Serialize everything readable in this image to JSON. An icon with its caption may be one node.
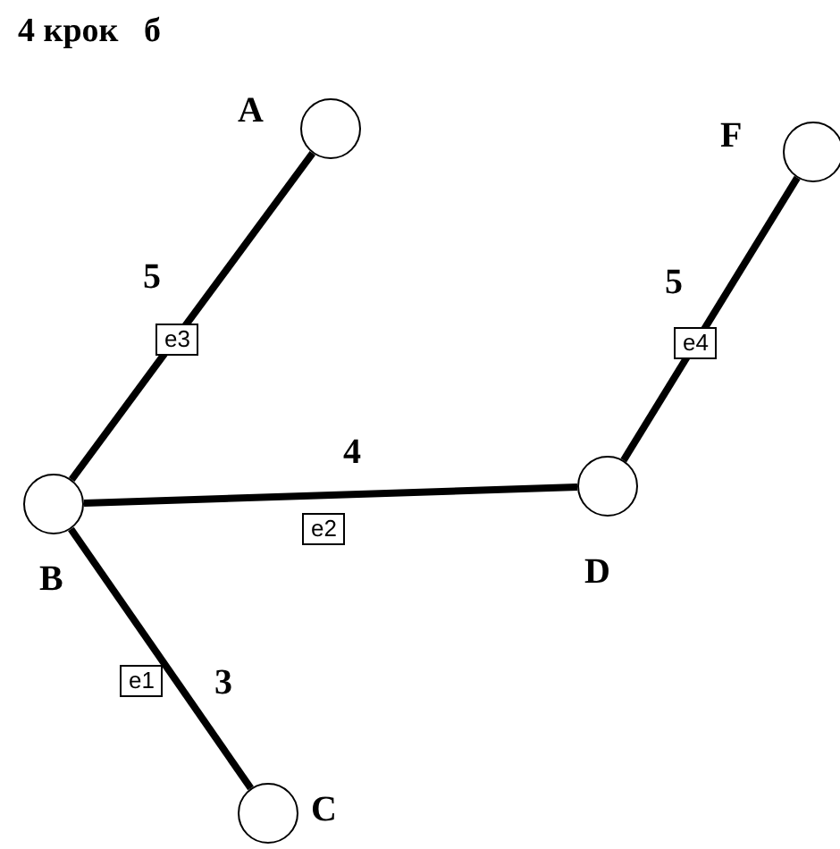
{
  "diagram": {
    "title": "4 крок   б",
    "nodes": [
      {
        "text": [],
        "shape": "circle",
        "beside": [
          "A"
        ]
      },
      {
        "text": [],
        "shape": "circle",
        "beside": [
          "F"
        ]
      },
      {
        "text": [],
        "shape": "circle",
        "beside": [
          "B"
        ]
      },
      {
        "text": [],
        "shape": "circle",
        "beside": [
          "D"
        ]
      },
      {
        "text": [],
        "shape": "circle",
        "beside": [
          "C"
        ]
      }
    ],
    "edges": [
      {
        "from": 2,
        "to": 0,
        "arrow": "none",
        "label": "e3"
      },
      {
        "from": 2,
        "to": 3,
        "arrow": "none",
        "label": "e2"
      },
      {
        "from": 3,
        "to": 1,
        "arrow": "none",
        "label": "e4"
      },
      {
        "from": 2,
        "to": 4,
        "arrow": "none",
        "label": "e1"
      }
    ],
    "labels": [
      "5",
      "5",
      "4",
      "3"
    ]
  }
}
